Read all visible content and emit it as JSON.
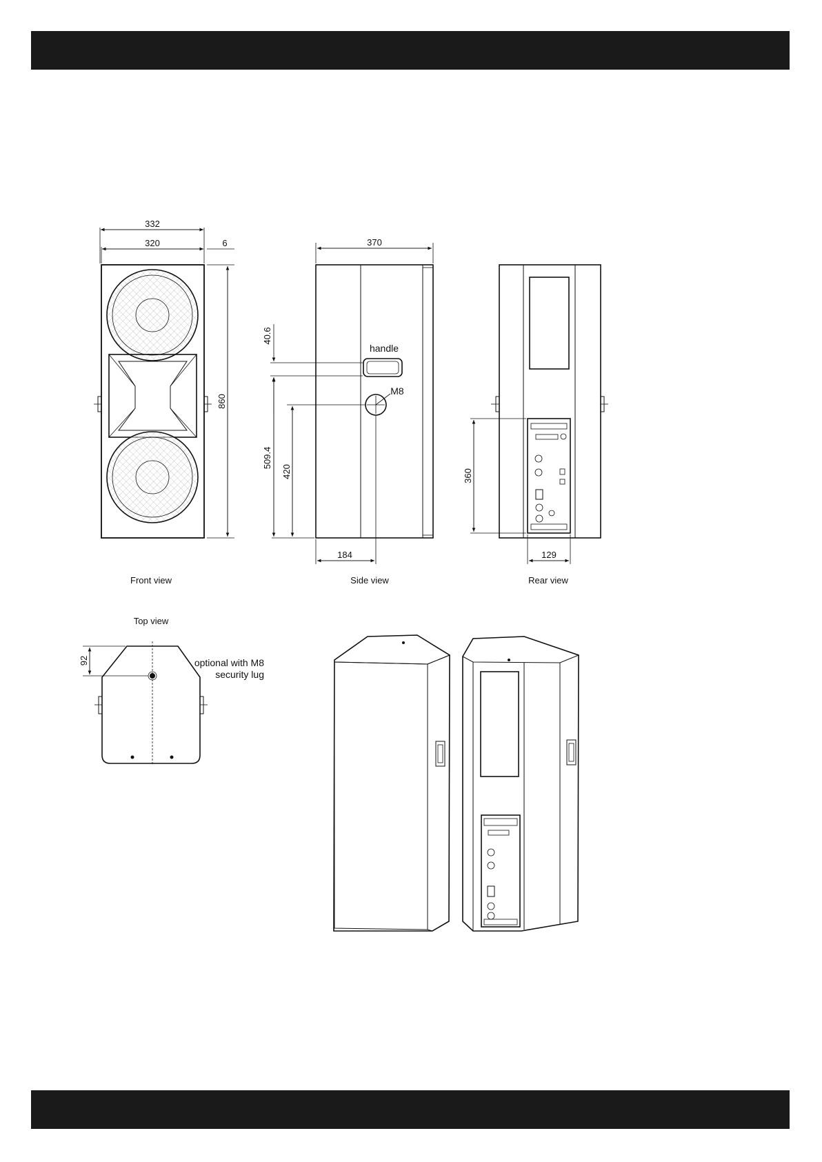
{
  "dimensions": {
    "front_total_width": "332",
    "front_inner_width": "320",
    "front_side_offset": "6",
    "height": "860",
    "side_depth": "370",
    "handle_height": "40.6",
    "handle_label": "handle",
    "m8_label": "M8",
    "handle_position": "509.4",
    "m8_position": "420",
    "m8_depth": "184",
    "rear_panel_height": "360",
    "rear_panel_width": "129",
    "top_lug_offset": "92"
  },
  "captions": {
    "front": "Front view",
    "side": "Side view",
    "rear": "Rear view",
    "top": "Top view"
  },
  "top_note": {
    "line1": "optional with M8",
    "line2": "security lug"
  },
  "colors": {
    "band": "#1a1a1a",
    "line": "#111111"
  }
}
